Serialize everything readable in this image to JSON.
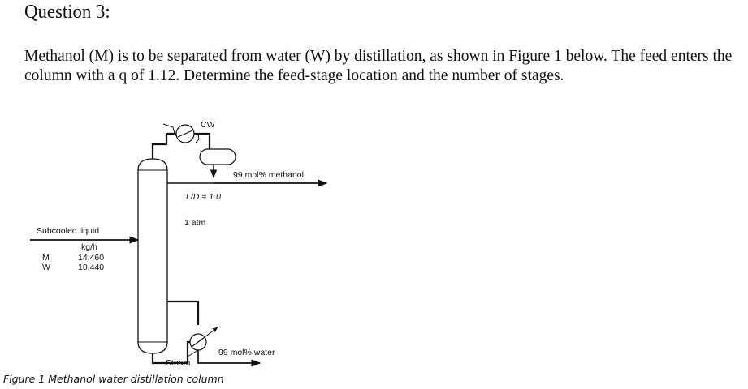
{
  "question": {
    "heading": "Question 3:",
    "text": "Methanol (M) is to be separated from water (W) by distillation, as shown in Figure 1 below. The feed enters the column with a q of 1.12. Determine the feed-stage location and the number of stages."
  },
  "figure": {
    "condenser_label": "CW",
    "distillate_label": "99 mol% methanol",
    "reflux_ratio_label": "L/D = 1.0",
    "pressure_label": "1 atm",
    "feed_label": "Subcooled liquid",
    "feed_table": {
      "unit": "kg/h",
      "rows": [
        {
          "component": "M",
          "value": "14,460"
        },
        {
          "component": "W",
          "value": "10,440"
        }
      ]
    },
    "bottoms_label": "99 mol% water",
    "reboiler_label": "Steam",
    "caption": "Figure 1 Methanol water distillation column"
  }
}
